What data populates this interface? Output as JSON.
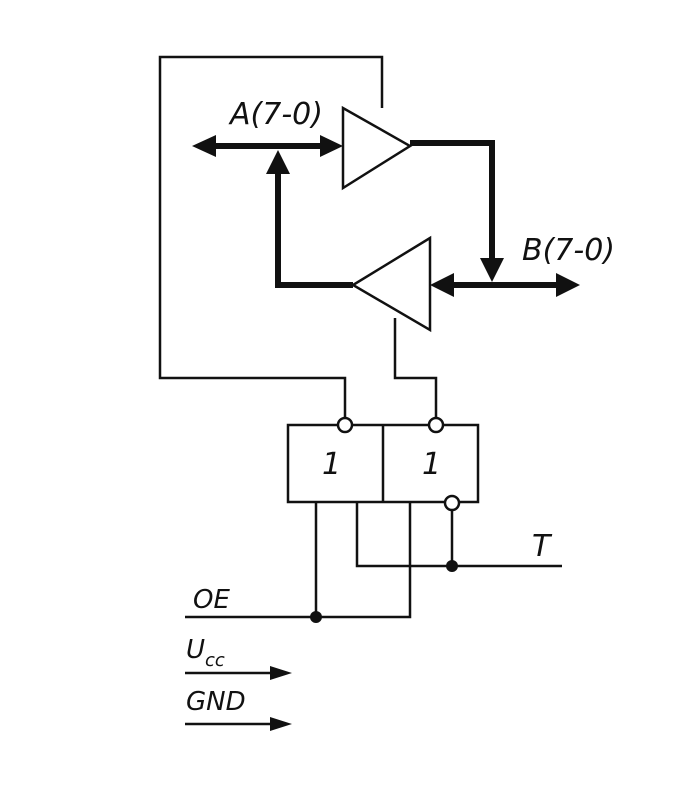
{
  "diagram": {
    "bus_a_label": "A(7-0)",
    "bus_b_label": "B(7-0)",
    "gate_left_label": "1",
    "gate_right_label": "1",
    "signal_t_label": "T",
    "signal_oe_label": "OE",
    "supply_ucc_label": "U",
    "supply_ucc_subscript": "cc",
    "ground_label": "GND"
  }
}
